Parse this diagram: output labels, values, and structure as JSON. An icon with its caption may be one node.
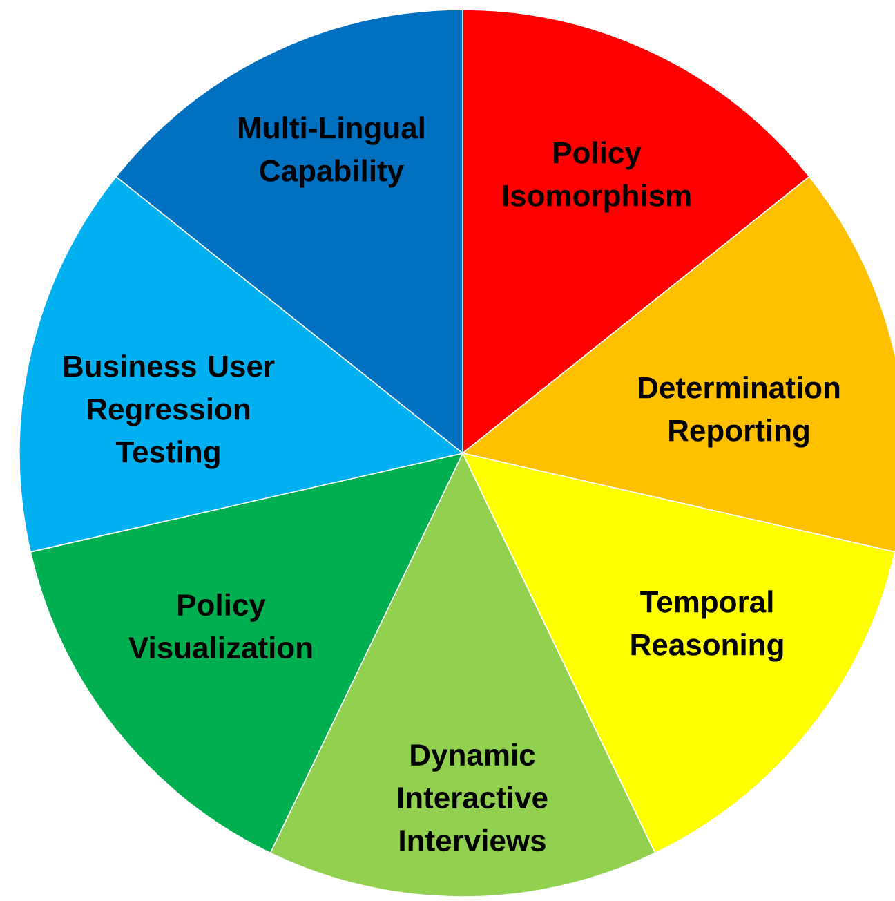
{
  "diagram": {
    "nodes": [
      {
        "text": [
          "Policy Isomorphism"
        ]
      },
      {
        "text": [
          "Determination Reporting"
        ]
      },
      {
        "text": [
          "Temporal Reasoning"
        ]
      },
      {
        "text": [
          "Dynamic Interactive Interviews"
        ]
      },
      {
        "text": [
          "Policy Visualization"
        ]
      },
      {
        "text": [
          "Business User Regression Testing"
        ]
      },
      {
        "text": [
          "Multi-Lingual Capability"
        ]
      }
    ]
  }
}
